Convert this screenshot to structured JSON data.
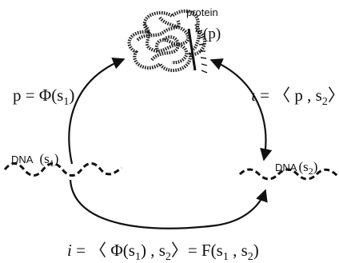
{
  "protein": {
    "label": "protein",
    "symbol": "(p)"
  },
  "dna_left": {
    "name": "DNA",
    "symbol": "(s",
    "sub": "1",
    "close": ")"
  },
  "dna_right": {
    "name": "DNA",
    "symbol": "(s",
    "sub": "2",
    "close": ")"
  },
  "eq_left": {
    "lhs": "p = Φ(s",
    "sub": "1",
    "rhs": ")"
  },
  "eq_right": {
    "iota": "ι",
    "eq": " = 〈 p , s",
    "sub": "2",
    "end": "〉"
  },
  "eq_bottom": {
    "i": "i",
    "part1": " = 〈 Φ(s",
    "sub1": "1",
    "part2": ") , s",
    "sub2": "2",
    "part3": "〉= F(s",
    "sub3": "1",
    "part4": " , s",
    "sub4": "2",
    "part5": ")"
  },
  "colors": {
    "ink": "#111111",
    "background": "#ffffff"
  }
}
